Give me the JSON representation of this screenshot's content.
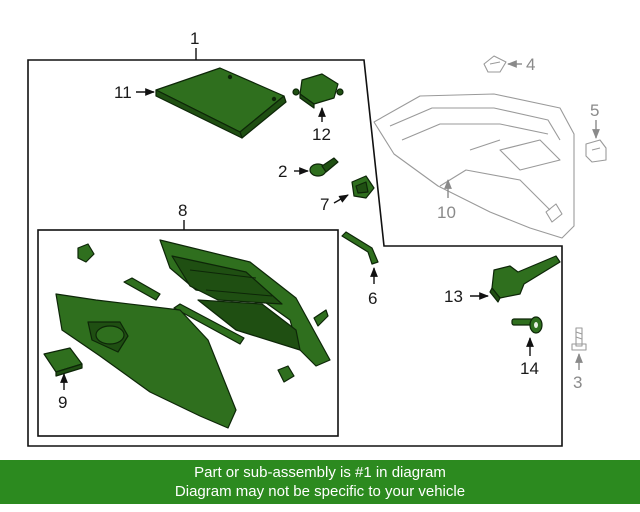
{
  "callouts": [
    {
      "id": "1",
      "label": "1"
    },
    {
      "id": "2",
      "label": "2"
    },
    {
      "id": "3",
      "label": "3"
    },
    {
      "id": "4",
      "label": "4"
    },
    {
      "id": "5",
      "label": "5"
    },
    {
      "id": "6",
      "label": "6"
    },
    {
      "id": "7",
      "label": "7"
    },
    {
      "id": "8",
      "label": "8"
    },
    {
      "id": "9",
      "label": "9"
    },
    {
      "id": "10",
      "label": "10"
    },
    {
      "id": "11",
      "label": "11"
    },
    {
      "id": "12",
      "label": "12"
    },
    {
      "id": "13",
      "label": "13"
    },
    {
      "id": "14",
      "label": "14"
    }
  ],
  "banner": {
    "line1": "Part or sub-assembly is #1 in diagram",
    "line2": "Diagram may not be specific to your vehicle"
  },
  "colors": {
    "banner_bg": "#2c8a1f",
    "part_fill": "#2f6f1e",
    "ghost_part": "#9a9a9a"
  }
}
